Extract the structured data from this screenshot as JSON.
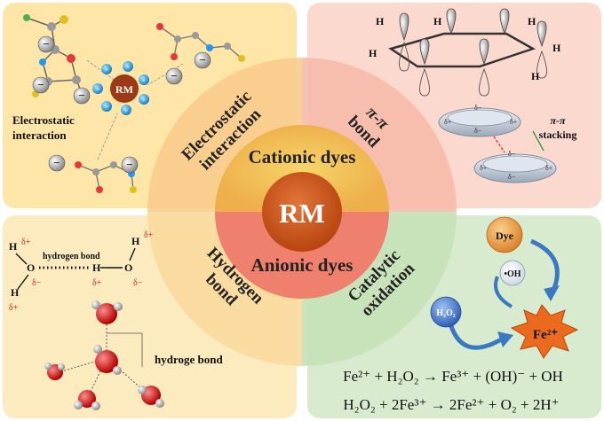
{
  "center": {
    "core": "RM",
    "top_ring": "Cationic dyes",
    "bottom_ring": "Anionic dyes"
  },
  "quadrants": {
    "top_left": {
      "arc_label_line1": "Electrostatic",
      "arc_label_line2": "interaction",
      "side_label_line1": "Electrostatic",
      "side_label_line2": "interaction",
      "rm_badge": "RM",
      "plus_sign": "+",
      "minus_sign": "−"
    },
    "top_right": {
      "arc_label_line1": "π-π",
      "arc_label_line2": "bond",
      "stacking_line1": "π-π",
      "stacking_line2": "stacking",
      "h_atom": "H",
      "delta_minus": "δ−",
      "delta_plus": "δ+"
    },
    "bottom_left": {
      "arc_label_line1": "Hydrogen",
      "arc_label_line2": "bond",
      "hydrogen_bond_label": "hydrogen bond",
      "hydroge_bond_label": "hydroge bond",
      "h": "H",
      "o": "O",
      "delta_plus": "δ+",
      "delta_minus": "δ−"
    },
    "bottom_right": {
      "arc_label_line1": "Catalytic",
      "arc_label_line2": "oxidation",
      "dye": "Dye",
      "oh": "•OH",
      "h2o2": "H₂O₂",
      "fe": "Fe²⁺",
      "eq1": "Fe²⁺ + H₂O₂ → Fe³⁺ + (OH)⁻ + OH",
      "eq2": "H₂O₂ + 2Fe³⁺ → 2Fe²⁺ + O₂ + 2H⁺"
    }
  },
  "colors": {
    "top_left_bg": "#fde6a8",
    "top_right_bg": "#fbd9cf",
    "bottom_left_bg": "#fdebc0",
    "bottom_right_bg": "#d8ebcf",
    "core": "#c7521c"
  }
}
